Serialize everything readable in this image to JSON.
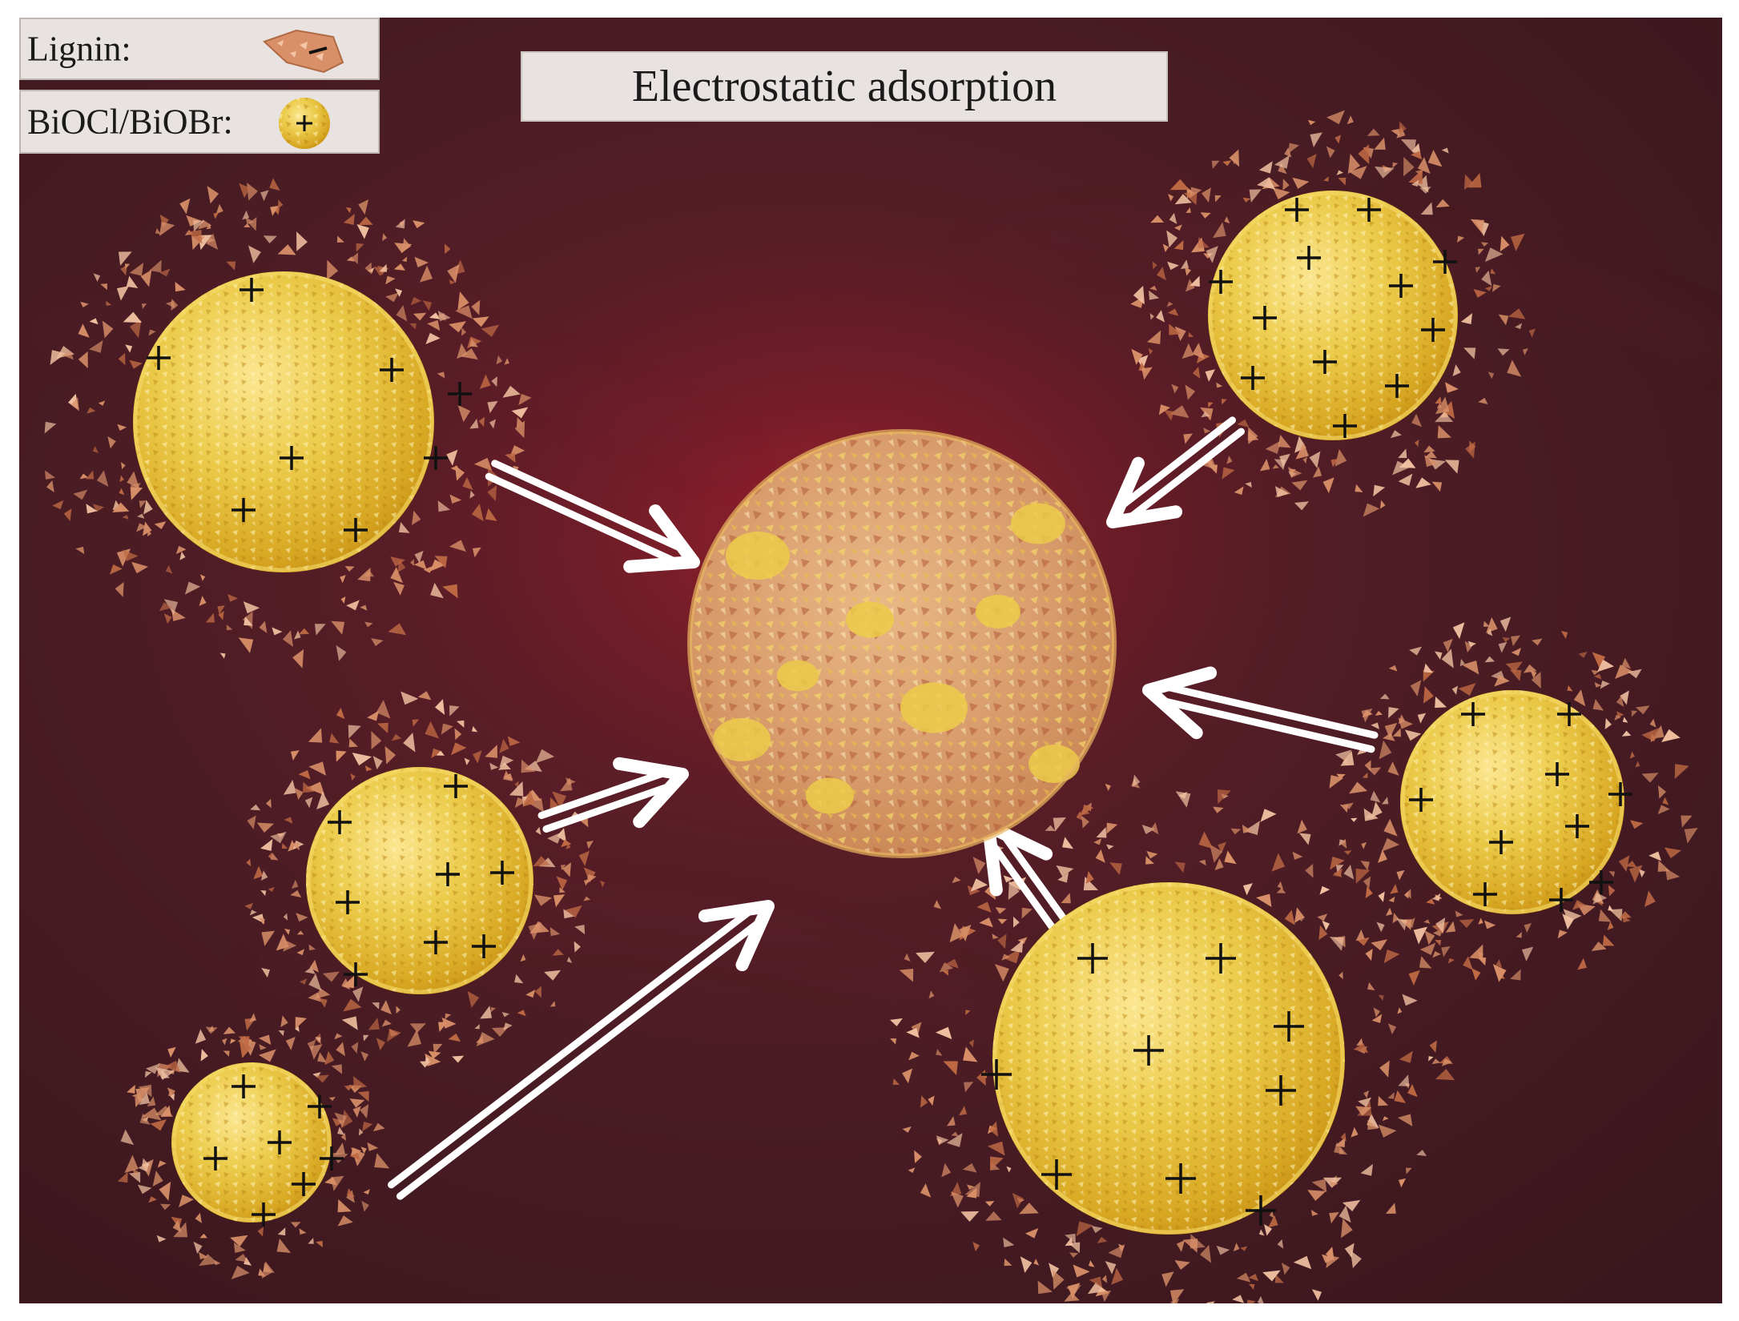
{
  "title": "Electrostatic adsorption",
  "legend": [
    {
      "label": "Lignin:",
      "charge": "−"
    },
    {
      "label": "BiOCl/BiOBr:",
      "charge": "+"
    }
  ],
  "colors": {
    "background": "#4a1a22",
    "particle_gold": "#e8c23a",
    "particle_highlight": "#fbe690",
    "lignin_fragment": "#d99068",
    "arrow": "#ffffff",
    "glow": "#c21f2e"
  },
  "scene": {
    "central_particle": "lignin-coated BiOCl/BiOBr",
    "surrounding_particles": 6,
    "charge_symbol": "+"
  }
}
